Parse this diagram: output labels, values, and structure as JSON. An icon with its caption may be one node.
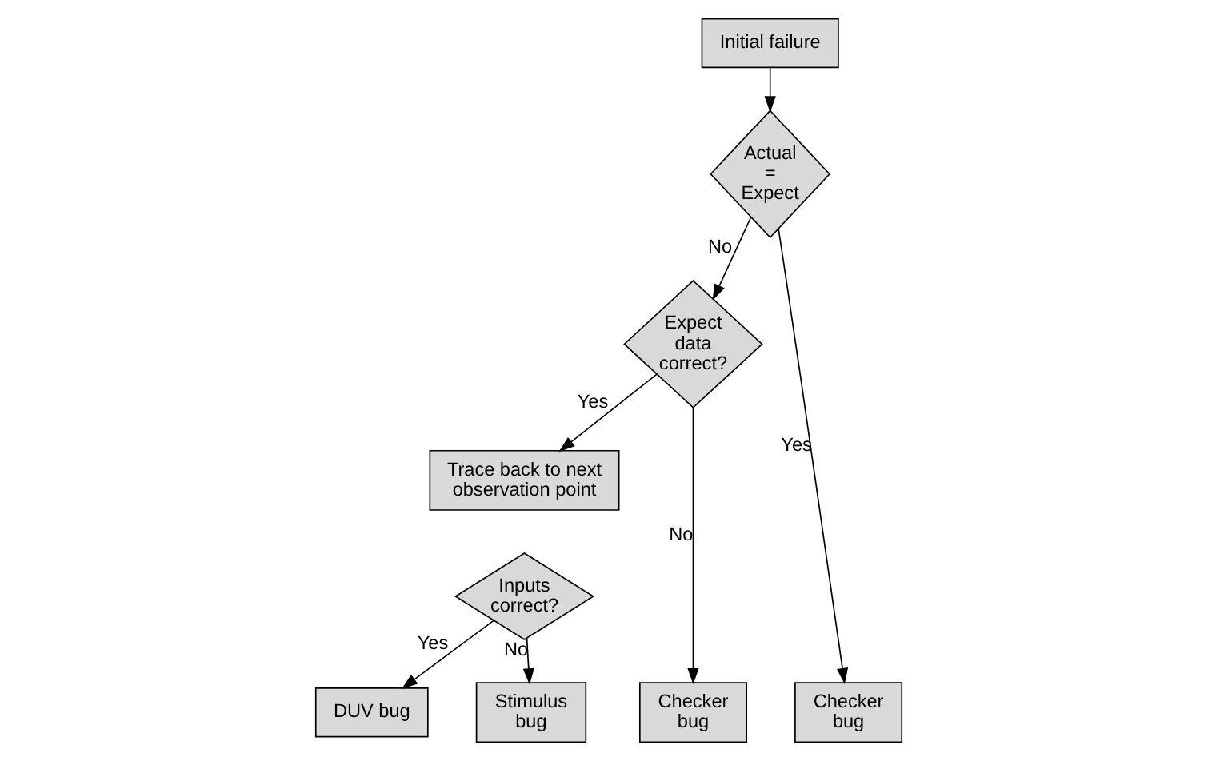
{
  "diagram": {
    "nodes": [
      {
        "text": [
          "Initial failure"
        ]
      },
      {
        "text": [
          "Actual = Expect"
        ]
      },
      {
        "text": [
          "Expect data correct?"
        ]
      },
      {
        "text": [
          "Trace back to next observation point"
        ]
      },
      {
        "text": [
          "Inputs correct?"
        ]
      },
      {
        "text": [
          "Checker bug"
        ]
      },
      {
        "text": [
          "DUV bug"
        ]
      },
      {
        "text": [
          "Stimulus bug"
        ]
      },
      {
        "text": [
          "Checker bug"
        ]
      }
    ],
    "edges": [
      {
        "from": 0,
        "to": 1,
        "arrow": "to"
      },
      {
        "from": 1,
        "to": 5,
        "arrow": "to",
        "label": "Yes"
      },
      {
        "from": 1,
        "to": 2,
        "arrow": "to",
        "label": "No"
      },
      {
        "from": 2,
        "to": 3,
        "arrow": "to",
        "label": "Yes"
      },
      {
        "from": 2,
        "to": 8,
        "arrow": "to",
        "label": "No"
      },
      {
        "from": 4,
        "to": 6,
        "arrow": "to",
        "label": "Yes"
      },
      {
        "from": 4,
        "to": 7,
        "arrow": "to",
        "label": "No"
      }
    ]
  }
}
